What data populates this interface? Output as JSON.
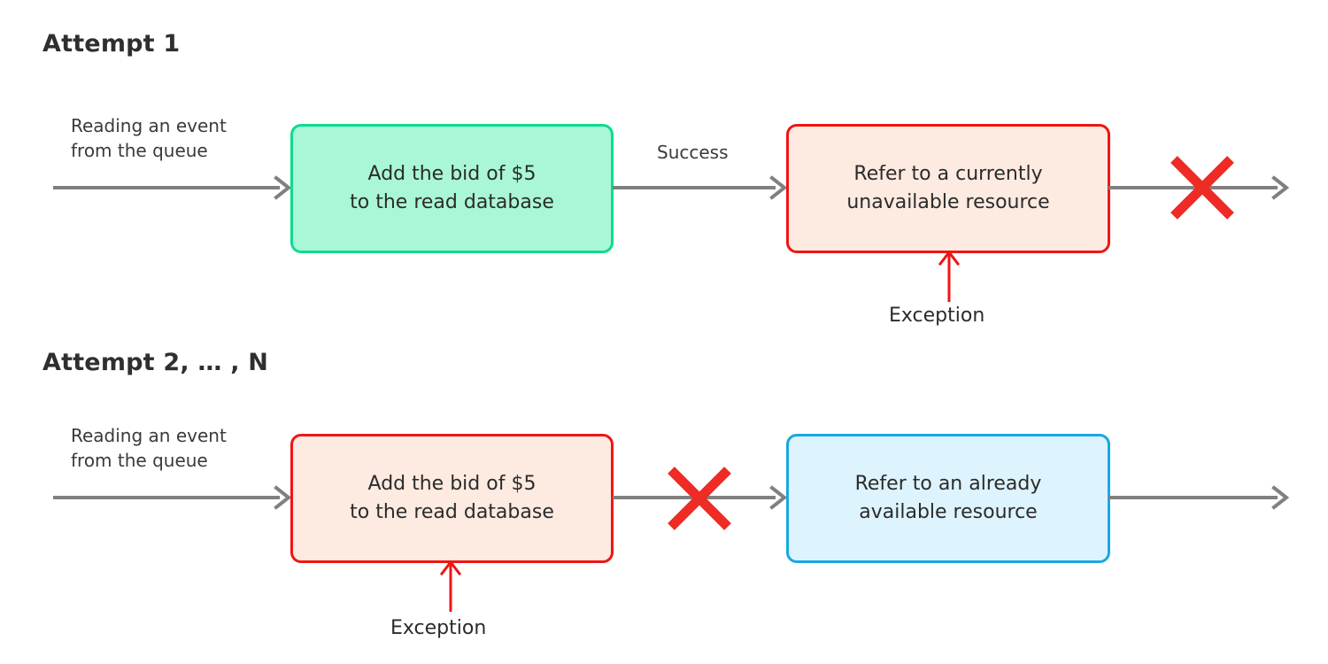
{
  "diagram": {
    "title_row1": "Attempt 1",
    "title_row2": "Attempt 2, … , N",
    "colors": {
      "green_fill": "#a9f7d6",
      "green_border": "#0ddb8f",
      "red_fill": "#fdeae0",
      "red_border": "#ef1515",
      "blue_fill": "#ddf3fd",
      "blue_border": "#18a8e0",
      "arrow_gray": "#808080",
      "text": "#2b2b2b",
      "background": "#ffffff"
    },
    "row1": {
      "entry_label": "Reading an event\nfrom the queue",
      "step1": {
        "text": "Add the bid of $5\nto the read database",
        "state": "success"
      },
      "transition_label": "Success",
      "step2": {
        "text": "Refer to a currently\nunavailable resource",
        "state": "error"
      },
      "exception_label": "Exception",
      "outcome": "failed",
      "failure_icon": "x-mark-icon"
    },
    "row2": {
      "entry_label": "Reading an event\nfrom the queue",
      "step1": {
        "text": "Add the bid of $5\nto the read database",
        "state": "error"
      },
      "step2": {
        "text": "Refer to an already\navailable resource",
        "state": "info"
      },
      "exception_label": "Exception",
      "outcome": "blocked-then-continue",
      "failure_icon": "x-mark-icon"
    }
  }
}
